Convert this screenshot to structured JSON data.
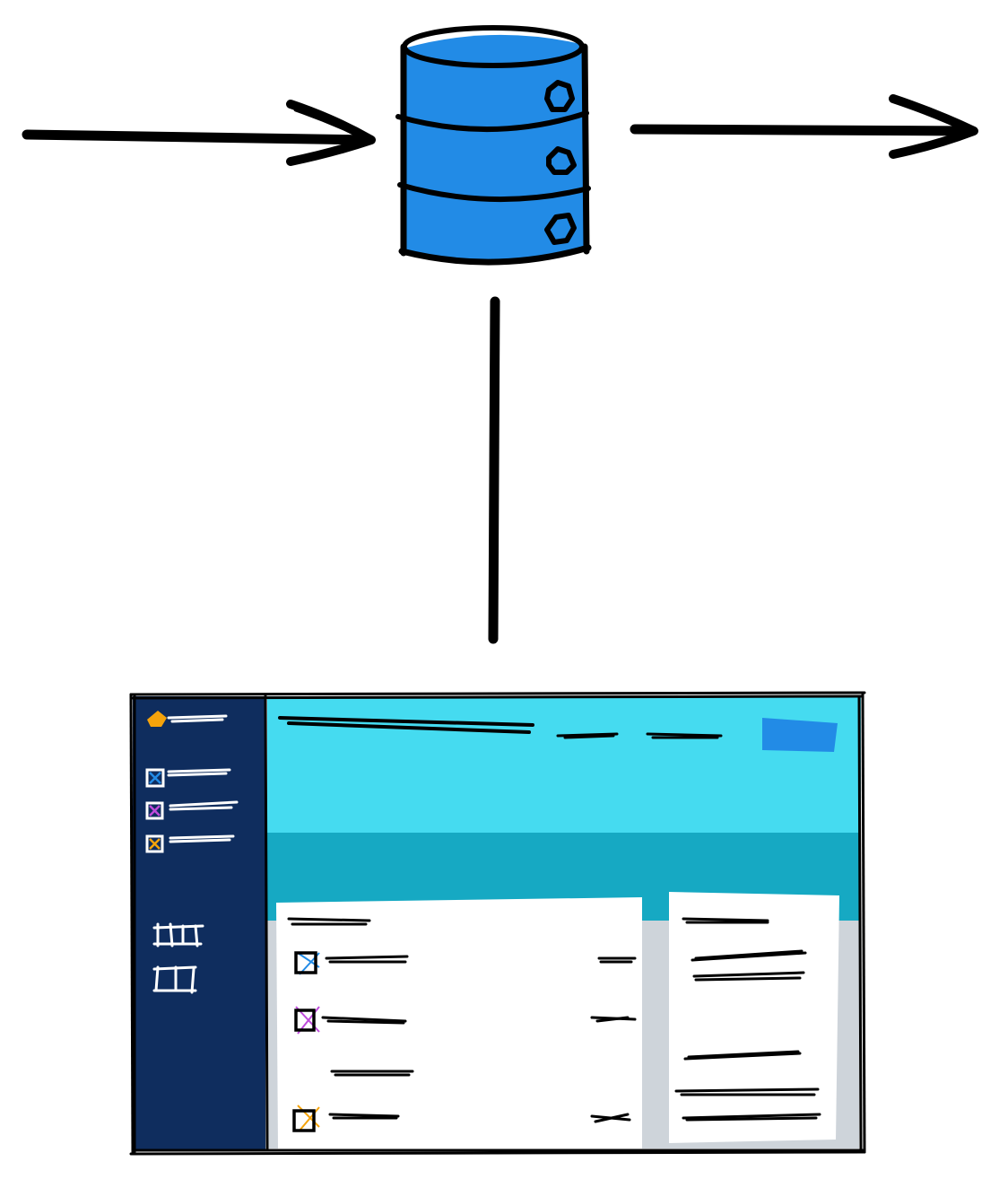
{
  "diagram": {
    "type": "sketch",
    "colors": {
      "ink": "#000000",
      "database_fill": "#228be6",
      "sidebar": "#0f2d5e",
      "header": "#45dbf0",
      "band": "#16a9c3",
      "content_bg": "#ced4da",
      "card": "#ffffff",
      "button": "#228be6",
      "accent_blue": "#228be6",
      "accent_purple": "#be4bdb",
      "accent_orange": "#f5a30b"
    },
    "nodes": {
      "database": {
        "icon": "database-icon"
      },
      "app": {
        "icon": "app-window-wireframe"
      }
    },
    "edges": [
      {
        "name": "incoming-arrow",
        "from": "outside",
        "to": "database"
      },
      {
        "name": "outgoing-arrow",
        "from": "database",
        "to": "outside"
      },
      {
        "name": "db-to-app-connector",
        "from": "database",
        "to": "app"
      }
    ],
    "app": {
      "sidebar": {
        "logo_icon": "logo-icon",
        "nav_items": [
          {
            "icon": "checkbox-icon",
            "color": "#228be6"
          },
          {
            "icon": "checkbox-icon",
            "color": "#be4bdb"
          },
          {
            "icon": "checkbox-icon",
            "color": "#f5a30b"
          }
        ],
        "footer_lines": 2
      },
      "header": {
        "nav_links": 2,
        "has_cta_button": true
      },
      "main_card": {
        "rows": [
          {
            "icon": "checkbox-icon",
            "color": "#228be6"
          },
          {
            "icon": "checkbox-icon",
            "color": "#be4bdb"
          },
          {
            "icon": null,
            "color": null
          },
          {
            "icon": "checkbox-icon",
            "color": "#f5a30b"
          }
        ]
      },
      "side_card": {
        "text_groups": 3
      }
    }
  }
}
